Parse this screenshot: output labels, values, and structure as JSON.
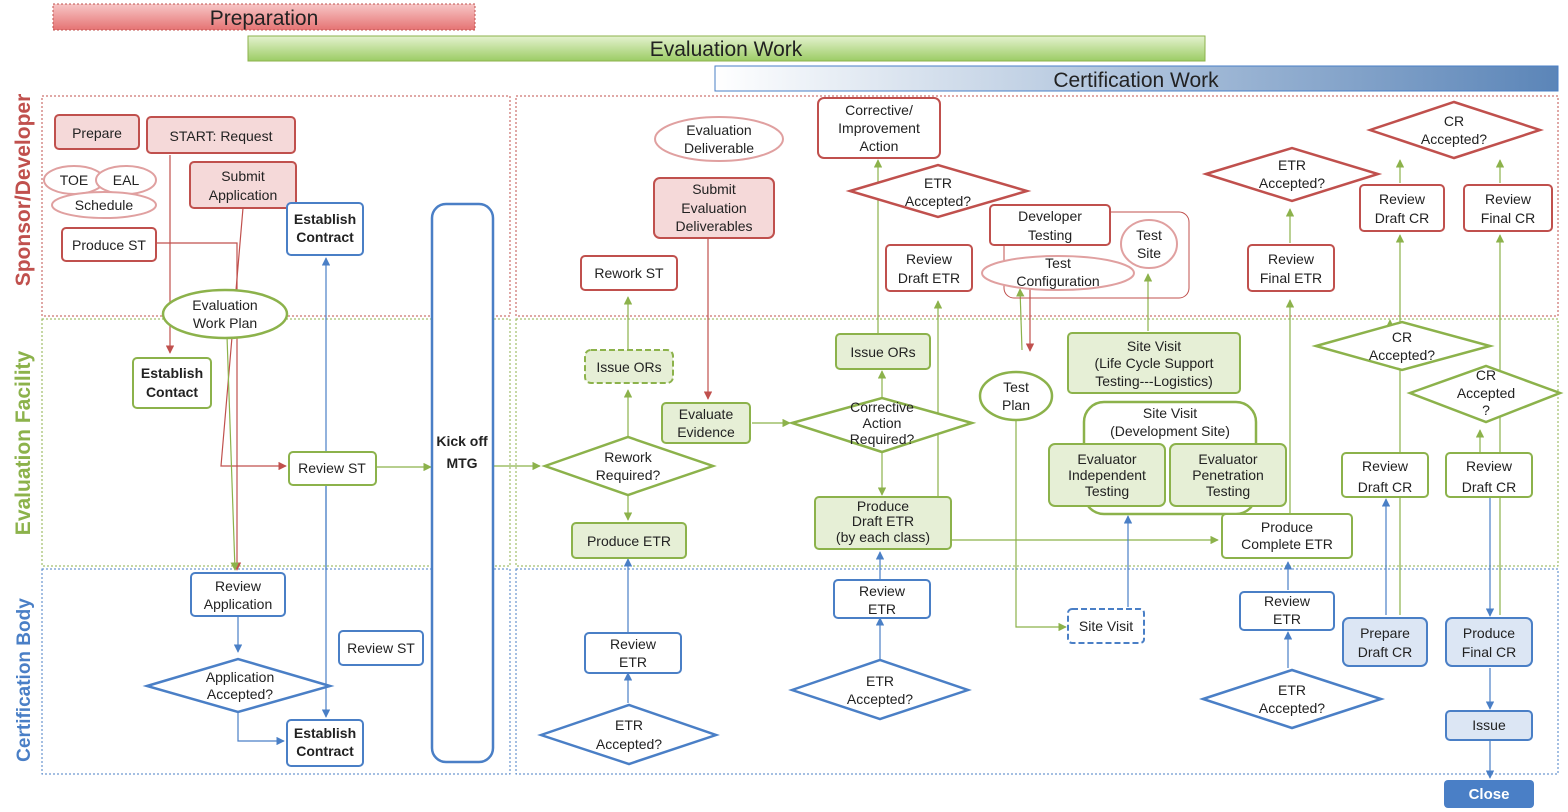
{
  "phases": {
    "preparation": "Preparation",
    "evaluation": "Evaluation Work",
    "certification": "Certification Work"
  },
  "lanes": {
    "sponsor": "Sponsor/Developer",
    "facility": "Evaluation Facility",
    "body": "Certification Body"
  },
  "colors": {
    "sponsor": "#c0504d",
    "facility": "#8cb24b",
    "body": "#4a7fc6",
    "sponsor_fill": "#f5d9d9",
    "facility_fill": "#e6efd6",
    "body_fill": "#dce6f4"
  },
  "nodes": {
    "prepare": "Prepare",
    "start_request": "START: Request",
    "toe": "TOE",
    "eal": "EAL",
    "schedule": "Schedule",
    "submit_application": [
      "Submit",
      "Application"
    ],
    "produce_st": "Produce ST",
    "establish_contract_top": [
      "Establish",
      "Contract"
    ],
    "evaluation_work_plan": [
      "Evaluation",
      "Work Plan"
    ],
    "establish_contact": [
      "Establish",
      "Contact"
    ],
    "review_st_facility": "Review ST",
    "kickoff": [
      "Kick off",
      "MTG"
    ],
    "review_application": [
      "Review",
      "Application"
    ],
    "review_st_body": "Review ST",
    "application_accepted": [
      "Application",
      "Accepted?"
    ],
    "establish_contract_bottom": [
      "Establish",
      "Contract"
    ],
    "evaluation_deliverable": [
      "Evaluation",
      "Deliverable"
    ],
    "submit_eval_deliverables": [
      "Submit",
      "Evaluation",
      "Deliverables"
    ],
    "rework_st": "Rework ST",
    "issue_ors_1": "Issue ORs",
    "evaluate_evidence": [
      "Evaluate",
      "Evidence"
    ],
    "rework_required": [
      "Rework",
      "Required?"
    ],
    "produce_etr": "Produce ETR",
    "review_etr_1": [
      "Review",
      "ETR"
    ],
    "etr_accepted_1": [
      "ETR",
      "Accepted?"
    ],
    "corrective_action": [
      "Corrective/",
      "Improvement",
      "Action"
    ],
    "etr_accepted_sponsor_1": [
      "ETR",
      "Accepted?"
    ],
    "review_draft_etr": [
      "Review",
      "Draft ETR"
    ],
    "issue_ors_2": "Issue ORs",
    "corrective_required": [
      "Corrective",
      "Action",
      "Required?"
    ],
    "produce_draft_etr": [
      "Produce",
      "Draft ETR",
      "(by each class)"
    ],
    "review_etr_2": [
      "Review",
      "ETR"
    ],
    "etr_accepted_2": [
      "ETR",
      "Accepted?"
    ],
    "developer_testing": [
      "Developer",
      "Testing"
    ],
    "test_site": [
      "Test",
      "Site"
    ],
    "test_configuration": [
      "Test",
      "Configuration"
    ],
    "test_plan": [
      "Test",
      "Plan"
    ],
    "site_visit_lifecycle": [
      "Site Visit",
      "(Life Cycle Support",
      "Testing---Logistics)"
    ],
    "site_visit_dev": [
      "Site Visit",
      "(Development Site)"
    ],
    "evaluator_independent": [
      "Evaluator",
      "Independent",
      "Testing"
    ],
    "evaluator_penetration": [
      "Evaluator",
      "Penetration",
      "Testing"
    ],
    "site_visit_body": "Site Visit",
    "etr_accepted_sponsor_2": [
      "ETR",
      "Accepted?"
    ],
    "review_final_etr": [
      "Review",
      "Final ETR"
    ],
    "produce_complete_etr": [
      "Produce",
      "Complete ETR"
    ],
    "review_etr_3": [
      "Review",
      "ETR"
    ],
    "etr_accepted_3": [
      "ETR",
      "Accepted?"
    ],
    "cr_accepted_sponsor": [
      "CR",
      "Accepted?"
    ],
    "review_draft_cr_sponsor": [
      "Review",
      "Draft CR"
    ],
    "review_final_cr_sponsor": [
      "Review",
      "Final CR"
    ],
    "cr_accepted_facility_1": [
      "CR",
      "Accepted?"
    ],
    "cr_accepted_facility_2": [
      "CR",
      "Accepted",
      "?"
    ],
    "review_draft_cr_1": [
      "Review",
      "Draft CR"
    ],
    "review_draft_cr_2": [
      "Review",
      "Draft CR"
    ],
    "prepare_draft_cr": [
      "Prepare",
      "Draft CR"
    ],
    "produce_final_cr": [
      "Produce",
      "Final CR"
    ],
    "issue": "Issue"
  },
  "close_label": "Close"
}
